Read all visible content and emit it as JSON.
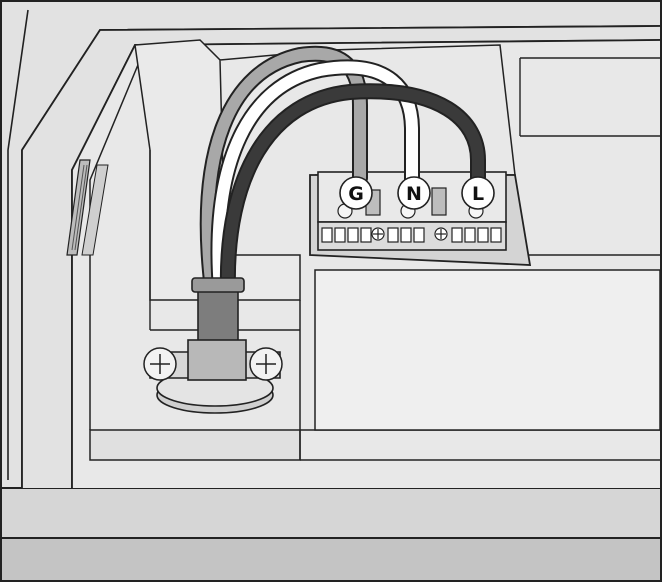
{
  "terminals": [
    {
      "id": "ground",
      "label": "G",
      "wire_color": "#9e9e9e"
    },
    {
      "id": "neutral",
      "label": "N",
      "wire_color": "#ffffff"
    },
    {
      "id": "live",
      "label": "L",
      "wire_color": "#3a3a3a"
    }
  ],
  "colors": {
    "housing": "#e2e2e2",
    "panel_dark": "#c9c9c9",
    "line": "#222222",
    "cable_sheath": "#7d7d7d"
  }
}
